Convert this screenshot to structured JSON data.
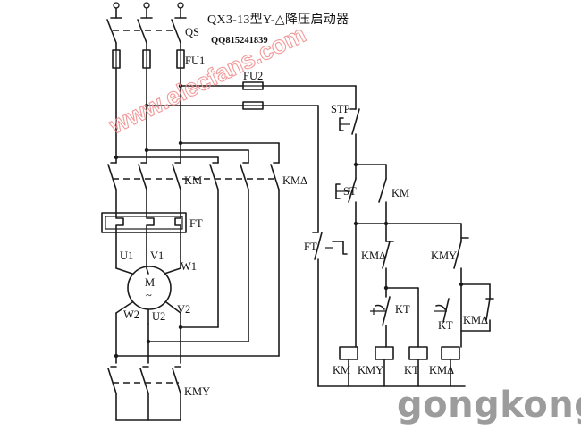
{
  "title": "QX3-13型Y-△降压启动器",
  "qq": "QQ815241839",
  "watermark": "www.elecfans.com",
  "brand": "gongkong",
  "labels": {
    "qs": "QS",
    "fu1": "FU1",
    "fu2": "FU2",
    "stp": "STP",
    "st": "ST",
    "km_main": "KM",
    "km_delta_main": "KM∆",
    "km_aux": "KM",
    "ft_relay": "FT",
    "ft_contact": "FT",
    "u1": "U1",
    "v1": "V1",
    "w1": "W1",
    "w2": "W2",
    "u2": "U2",
    "v2": "V2",
    "motor": "M",
    "motor_ac": "~",
    "km_delta_nc": "KM∆",
    "kmy_no": "KMY",
    "kt_contact": "KT",
    "kt_inst": "KT",
    "km_delta_aux": "KM∆",
    "kmy_main": "KMY",
    "coils": [
      "KM",
      "KMY",
      "KT",
      "KM∆"
    ]
  }
}
